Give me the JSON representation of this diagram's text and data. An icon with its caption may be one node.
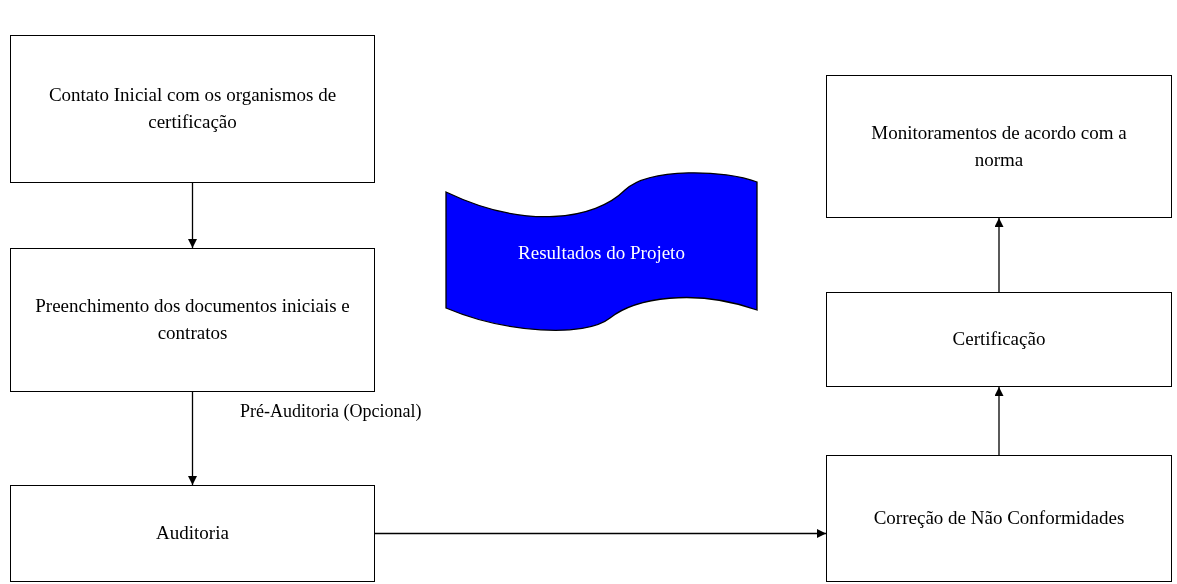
{
  "diagram": {
    "nodes": [
      {
        "text": [
          "Contato Inicial com os organismos de certificação"
        ]
      },
      {
        "text": [
          "Preenchimento dos documentos iniciais e contratos"
        ]
      },
      {
        "text": [
          "Auditoria"
        ]
      },
      {
        "text": [
          "Resultados do Projeto"
        ]
      },
      {
        "text": [
          "Monitoramentos de acordo com a norma"
        ]
      },
      {
        "text": [
          "Certificação"
        ]
      },
      {
        "text": [
          "Correção de Não Conformidades"
        ]
      }
    ],
    "edges": [
      {
        "from": 0,
        "to": 1,
        "arrow": "to"
      },
      {
        "from": 1,
        "to": 2,
        "arrow": "to"
      },
      {
        "from": 2,
        "to": 6,
        "arrow": "to"
      },
      {
        "from": 6,
        "to": 5,
        "arrow": "to"
      },
      {
        "from": 5,
        "to": 4,
        "arrow": "to"
      }
    ],
    "labels": [
      "Pré-Auditoria (Opcional)"
    ]
  }
}
